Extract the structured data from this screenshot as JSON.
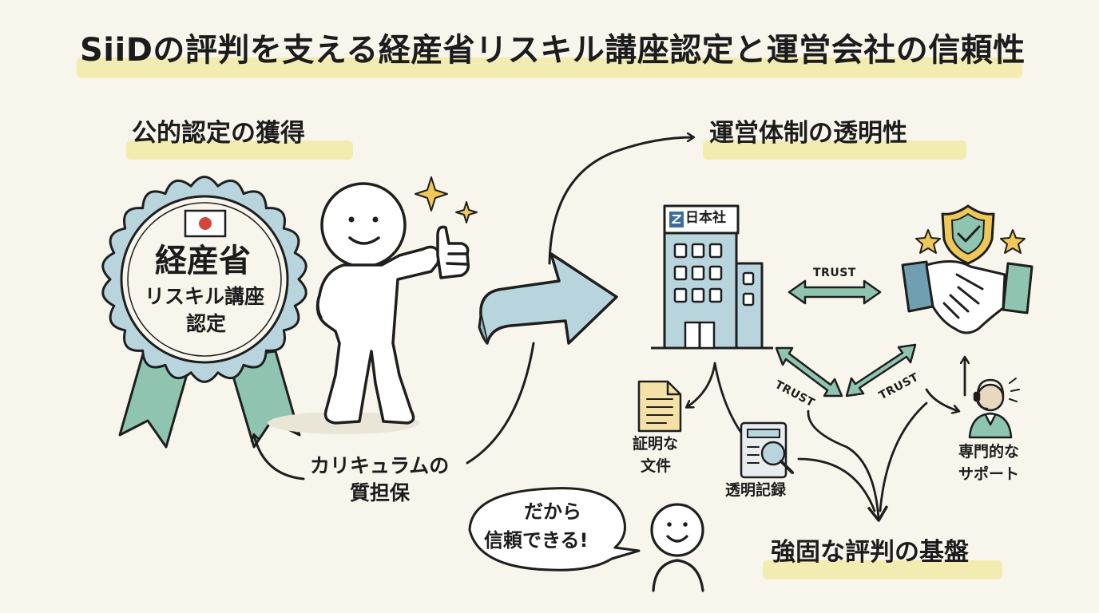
{
  "title": "SiiDの評判を支える経産省リスキル講座認定と運営会社の信頼性",
  "left_section": {
    "heading": "公的認定の獲得",
    "medal": {
      "line1": "経産省",
      "line2": "リスキル講座",
      "line3": "認定"
    },
    "caption_line1": "カリキュラムの",
    "caption_line2": "質担保"
  },
  "right_section": {
    "heading": "運営体制の透明性",
    "building_sign": "日本社",
    "trust_top": "TRUST",
    "trust_left": "TRUST",
    "trust_right": "TRUST",
    "docs_line1": "証明な",
    "docs_line2": "文件",
    "records": "透明記録",
    "support_line1": "専門的な",
    "support_line2": "サポート"
  },
  "speech": {
    "line1": "だから",
    "line2": "信頼できる!"
  },
  "bottom_heading": "強固な評判の基盤",
  "colors": {
    "background": "#f7f5ec",
    "highlight": "#f2eaa6",
    "teal": "#8fc4b0",
    "light_blue": "#b8d5de",
    "ink": "#1e1e1e",
    "gold": "#f0c85a",
    "flag_red": "#d6453a"
  },
  "icons": {
    "medal": "award-rosette-icon",
    "person": "thumbs-up-stick-figure-icon",
    "building": "office-building-icon",
    "handshake": "handshake-icon",
    "shield": "shield-check-icon",
    "document": "document-icon",
    "records": "magnifier-record-icon",
    "support": "headset-operator-icon"
  }
}
